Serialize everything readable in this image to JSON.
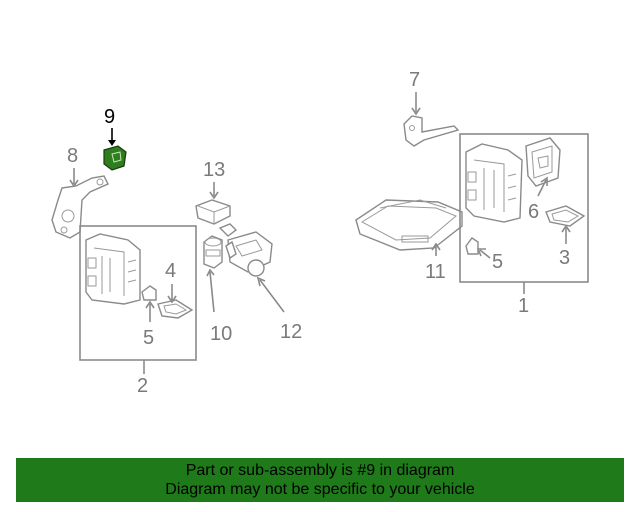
{
  "diagram": {
    "callouts": {
      "c1": "1",
      "c2": "2",
      "c3": "3",
      "c4": "4",
      "c5a": "5",
      "c5b": "5",
      "c6": "6",
      "c7": "7",
      "c8": "8",
      "c9": "9",
      "c10": "10",
      "c11": "11",
      "c12": "12",
      "c13": "13"
    },
    "highlight_color": "#2e7d1e"
  },
  "banner": {
    "line1": "Part or sub-assembly is #9 in diagram",
    "line2": "Diagram may not be specific to your vehicle",
    "background": "#1f7a1a"
  }
}
